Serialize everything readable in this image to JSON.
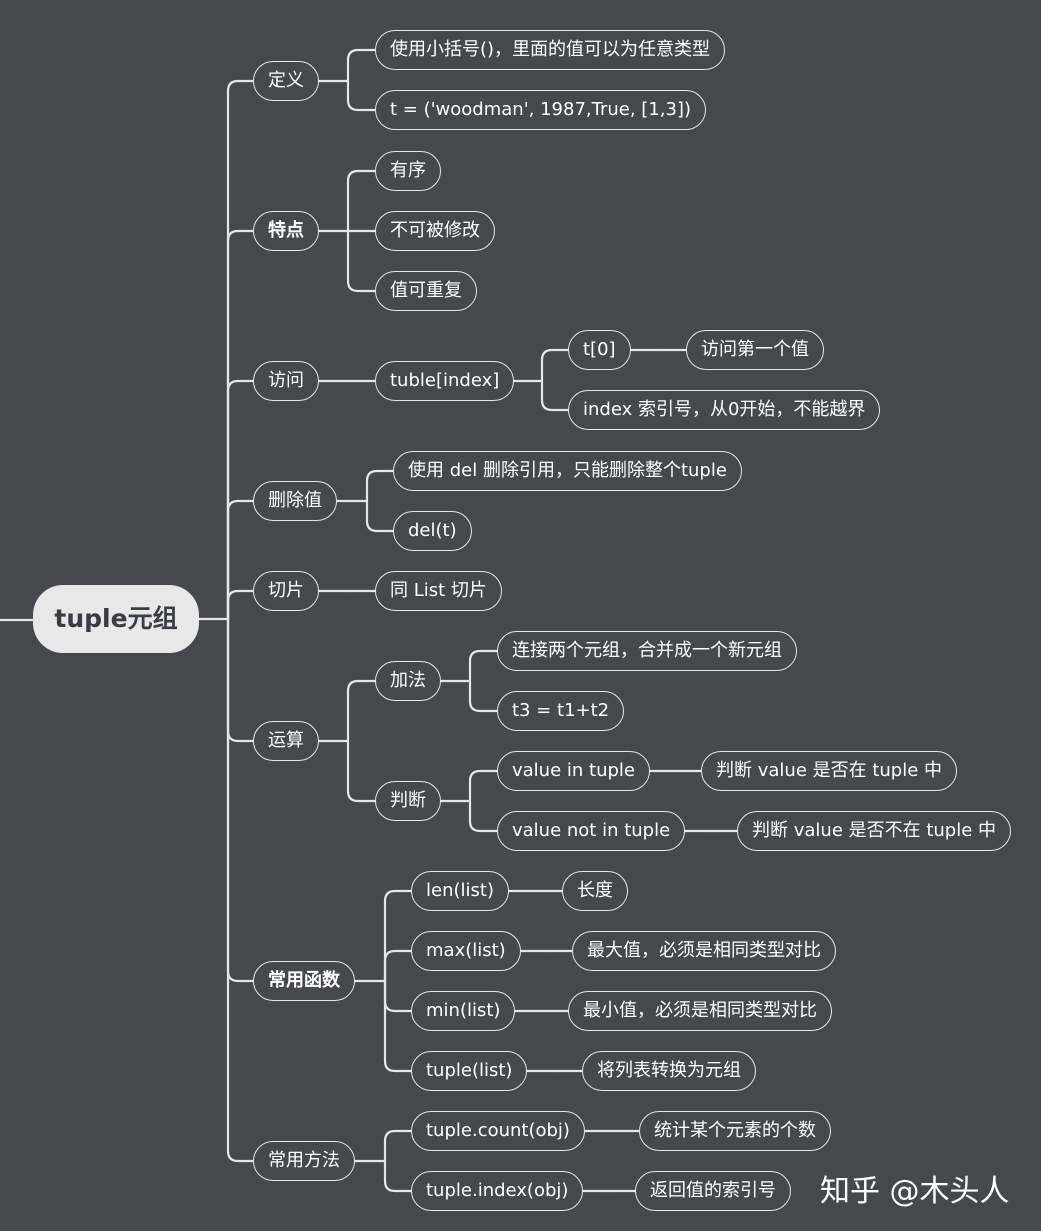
{
  "root": "tuple元组",
  "watermark": "知乎 @木头人",
  "branches": {
    "define": {
      "label": "定义",
      "items": [
        "使用小括号()，里面的值可以为任意类型",
        "t = ('woodman', 1987,True, [1,3])"
      ]
    },
    "features": {
      "label": "特点",
      "items": [
        "有序",
        "不可被修改",
        "值可重复"
      ]
    },
    "access": {
      "label": "访问",
      "index": "tuble[index]",
      "t0": "t[0]",
      "t0_desc": "访问第一个值",
      "index_desc": "index 索引号，从0开始，不能越界"
    },
    "delete": {
      "label": "删除值",
      "items": [
        "使用 del 删除引用，只能删除整个tuple",
        "del(t)"
      ]
    },
    "slice": {
      "label": "切片",
      "items": [
        "同 List 切片"
      ]
    },
    "ops": {
      "label": "运算",
      "add": {
        "label": "加法",
        "items": [
          "连接两个元组，合并成一个新元组",
          "t3 = t1+t2"
        ]
      },
      "judge": {
        "label": "判断",
        "in": {
          "expr": "value in tuple",
          "desc": "判断 value 是否在 tuple 中"
        },
        "notin": {
          "expr": "value not in tuple",
          "desc": "判断 value 是否不在 tuple 中"
        }
      }
    },
    "functions": {
      "label": "常用函数",
      "items": [
        {
          "fn": "len(list)",
          "desc": "长度"
        },
        {
          "fn": "max(list)",
          "desc": "最大值，必须是相同类型对比"
        },
        {
          "fn": "min(list)",
          "desc": "最小值，必须是相同类型对比"
        },
        {
          "fn": "tuple(list)",
          "desc": "将列表转换为元组"
        }
      ]
    },
    "methods": {
      "label": "常用方法",
      "items": [
        {
          "fn": "tuple.count(obj)",
          "desc": "统计某个元素的个数"
        },
        {
          "fn": "tuple.index(obj)",
          "desc": "返回值的索引号"
        }
      ]
    }
  },
  "colors": {
    "background": "#46494c",
    "line": "#e6e6e6",
    "root_fill": "#e8e8e8",
    "root_text": "#3a3d40"
  }
}
